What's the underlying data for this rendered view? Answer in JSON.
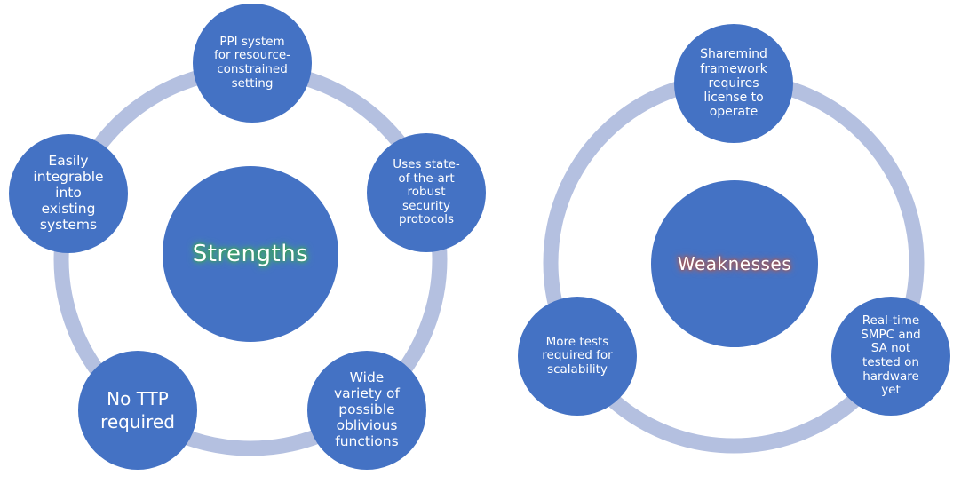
{
  "strengths": {
    "center": "Strengths",
    "items": [
      "PPI system\nfor resource-\nconstrained\nsetting",
      "Uses state-\nof-the-art\nrobust\nsecurity\nprotocols",
      "Wide\nvariety of\npossible\noblivious\nfunctions",
      "No TTP\nrequired",
      "Easily\nintegrable\ninto\nexisting\nsystems"
    ]
  },
  "weaknesses": {
    "center": "Weaknesses",
    "items": [
      "Sharemind\nframework\nrequires\nlicense to\noperate",
      "Real-time\nSMPC and\nSA not\ntested on\nhardware\nyet",
      "More tests\nrequired for\nscalability"
    ]
  },
  "colors": {
    "node_fill": "#4472c4",
    "ring": "#b4c0e0",
    "text": "#ffffff",
    "strengths_glow": "#3fae5a",
    "weaknesses_glow": "#b85a4c"
  }
}
